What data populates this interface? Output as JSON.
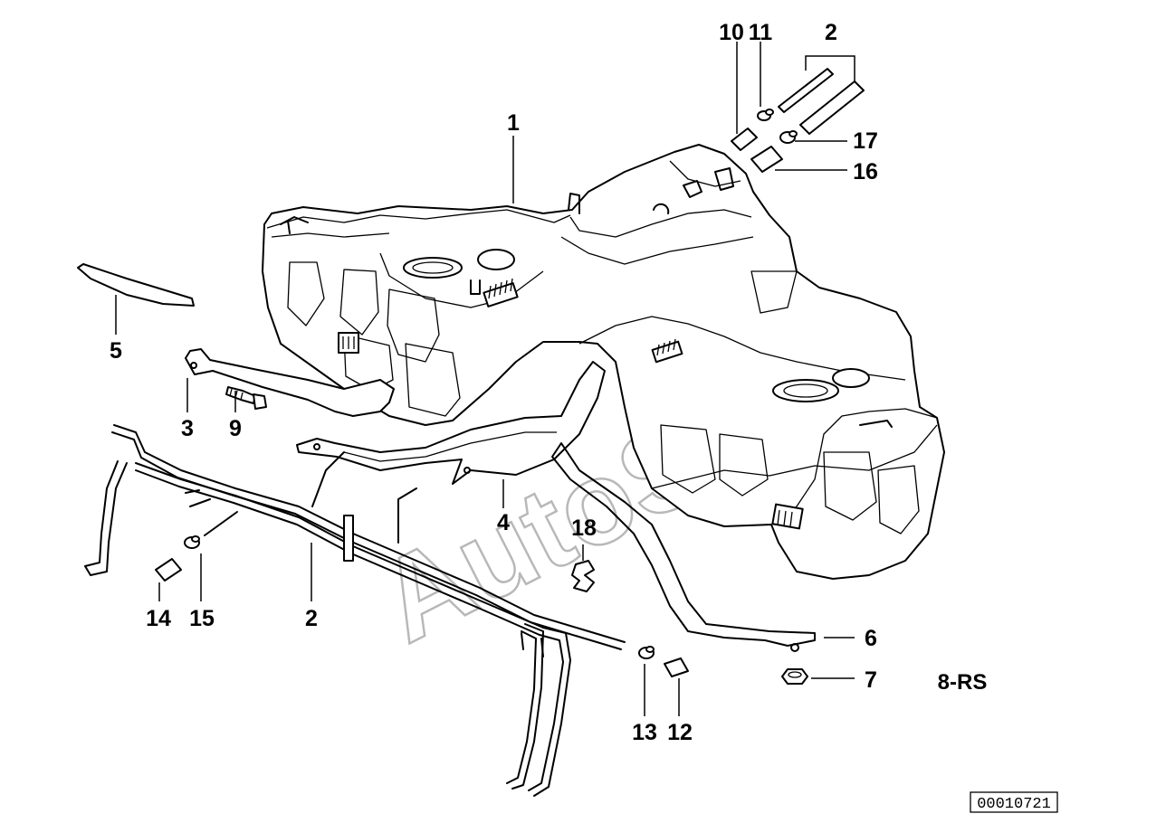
{
  "diagram": {
    "watermark": "AutoSoft",
    "variant_code": "8-RS",
    "reference_number": "00010721",
    "callouts": [
      {
        "id": "c1",
        "label": "1"
      },
      {
        "id": "c2a",
        "label": "2"
      },
      {
        "id": "c2b",
        "label": "2"
      },
      {
        "id": "c3",
        "label": "3"
      },
      {
        "id": "c4",
        "label": "4"
      },
      {
        "id": "c5",
        "label": "5"
      },
      {
        "id": "c6",
        "label": "6"
      },
      {
        "id": "c7",
        "label": "7"
      },
      {
        "id": "c9",
        "label": "9"
      },
      {
        "id": "c10",
        "label": "10"
      },
      {
        "id": "c11",
        "label": "11"
      },
      {
        "id": "c12",
        "label": "12"
      },
      {
        "id": "c13",
        "label": "13"
      },
      {
        "id": "c14",
        "label": "14"
      },
      {
        "id": "c15",
        "label": "15"
      },
      {
        "id": "c16",
        "label": "16"
      },
      {
        "id": "c17",
        "label": "17"
      },
      {
        "id": "c18",
        "label": "18"
      }
    ]
  }
}
